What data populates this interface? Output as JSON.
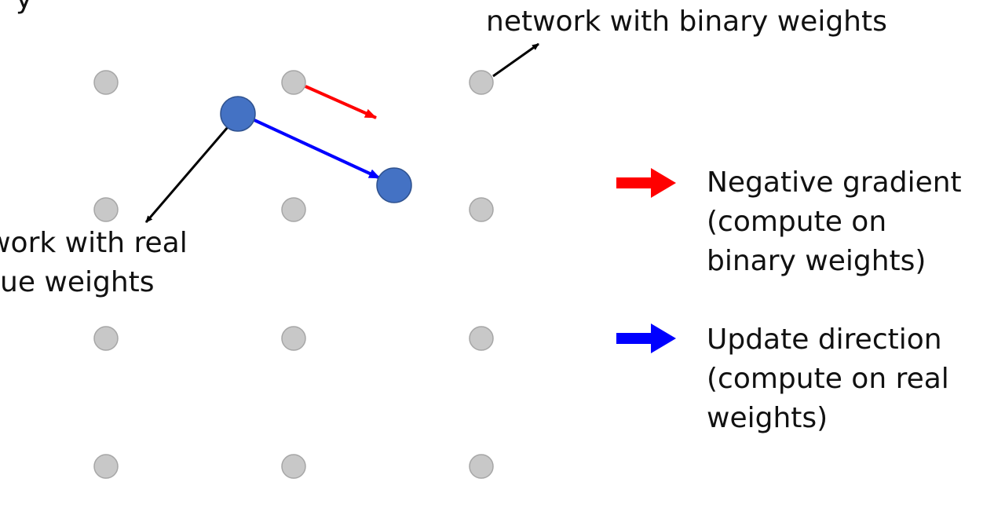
{
  "labels": {
    "top_partial": "y",
    "binary_network": "network with binary weights",
    "real_network_line1": "twork with real",
    "real_network_line2": "ue weights"
  },
  "legend": [
    {
      "name": "negative-gradient",
      "color": "#ff0000",
      "lines": [
        "Negative gradient",
        "(compute on",
        "binary weights)"
      ]
    },
    {
      "name": "update-direction",
      "color": "#0000ff",
      "lines": [
        "Update direction",
        "(compute on real",
        "weights)"
      ]
    }
  ],
  "colors": {
    "grid_point_fill": "#c8c8c8",
    "grid_point_stroke": "#a6a6a6",
    "weight_point_fill": "#4472c4",
    "weight_point_stroke": "#2f528f",
    "annotation_arrow": "#000000",
    "gradient_arrow": "#ff0000",
    "update_arrow": "#0000ff"
  },
  "grid": {
    "rows": 4,
    "cols": 3
  }
}
